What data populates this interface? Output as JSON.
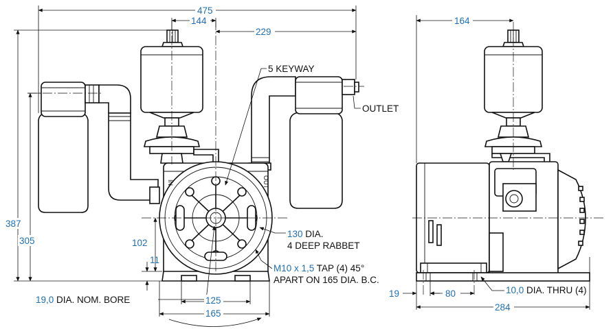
{
  "dimensions": {
    "overall_width": "475",
    "filter_offset": "144",
    "outlet_offset": "229",
    "side_width": "164",
    "overall_height": "387",
    "height_305": "305",
    "shaft_height": "102",
    "base_height": "11",
    "foot_spacing_125": "125",
    "foot_spacing_165": "165",
    "side_edge_19": "19",
    "side_hole_80": "80",
    "side_length": "284"
  },
  "notes": {
    "keyway": "5 KEYWAY",
    "outlet": "OUTLET",
    "rabbet_num": "130",
    "rabbet_dia": " DIA.",
    "rabbet_depth": "4 DEEP RABBET",
    "tap_spec": "M10 x 1,5",
    "tap_rest": " TAP (4) 45°",
    "tap_line2": "APART ON 165 DIA. B.C.",
    "bore_num": "19,0",
    "bore_rest": " DIA. NOM. BORE",
    "thru_num": "10,0",
    "thru_rest": " DIA. THRU (4)",
    "port_in": "IN",
    "port_out": "OUT"
  }
}
